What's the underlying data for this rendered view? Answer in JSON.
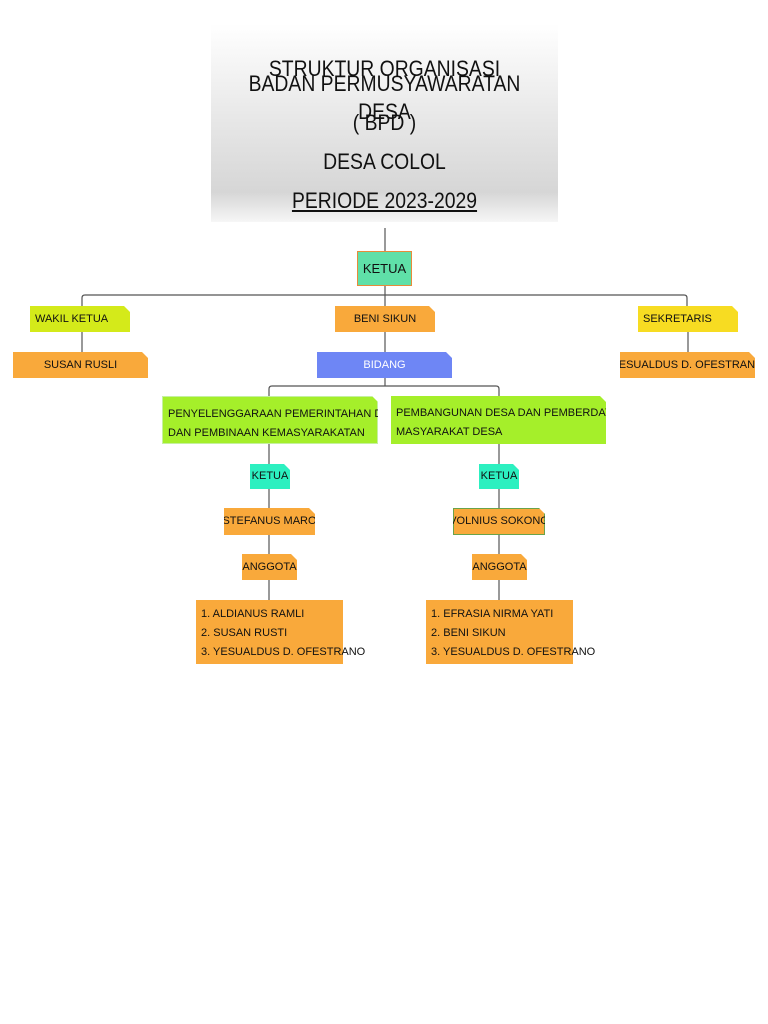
{
  "title": {
    "line1": "STRUKTUR ORGANISASI",
    "line2": "BADAN PERMUSYAWARATAN DESA",
    "line3": "( BPD )",
    "line4": "DESA COLOL",
    "line5": "PERIODE 2023-2029"
  },
  "ketua": {
    "label": "KETUA",
    "name": "BENI SIKUN"
  },
  "wakil": {
    "label": "WAKIL KETUA",
    "name": "SUSAN RUSLI"
  },
  "sekretaris": {
    "label": "SEKRETARIS",
    "name": "YESUALDUS D. OFESTRANO"
  },
  "bidang_label": "BIDANG",
  "bidang_left": {
    "line1": "PENYELENGGARAAN PEMERINTAHAN DESA",
    "line2": "DAN PEMBINAAN KEMASYARAKATAN",
    "ketua_label": "KETUA",
    "ketua_name": "STEFANUS MARO",
    "anggota_label": "ANGGOTA",
    "anggota": [
      "1. ALDIANUS RAMLI",
      "2. SUSAN RUSTI",
      "3. YESUALDUS D. OFESTRANO"
    ]
  },
  "bidang_right": {
    "line1": "PEMBANGUNAN DESA DAN PEMBERDAYAAN",
    "line2": "MASYARAKAT DESA",
    "ketua_label": "KETUA",
    "ketua_name": "VOLNIUS SOKONG",
    "anggota_label": "ANGGOTA",
    "anggota": [
      "1. EFRASIA NIRMA YATI",
      "2. BENI SIKUN",
      "3. YESUALDUS D. OFESTRANO"
    ]
  },
  "colors": {
    "orange": "#f9a93b",
    "yellow": "#f7dc22",
    "lime": "#d4ea1a",
    "green": "#a5ef2a",
    "teal": "#2cf0c0",
    "blue": "#6e86f5"
  }
}
